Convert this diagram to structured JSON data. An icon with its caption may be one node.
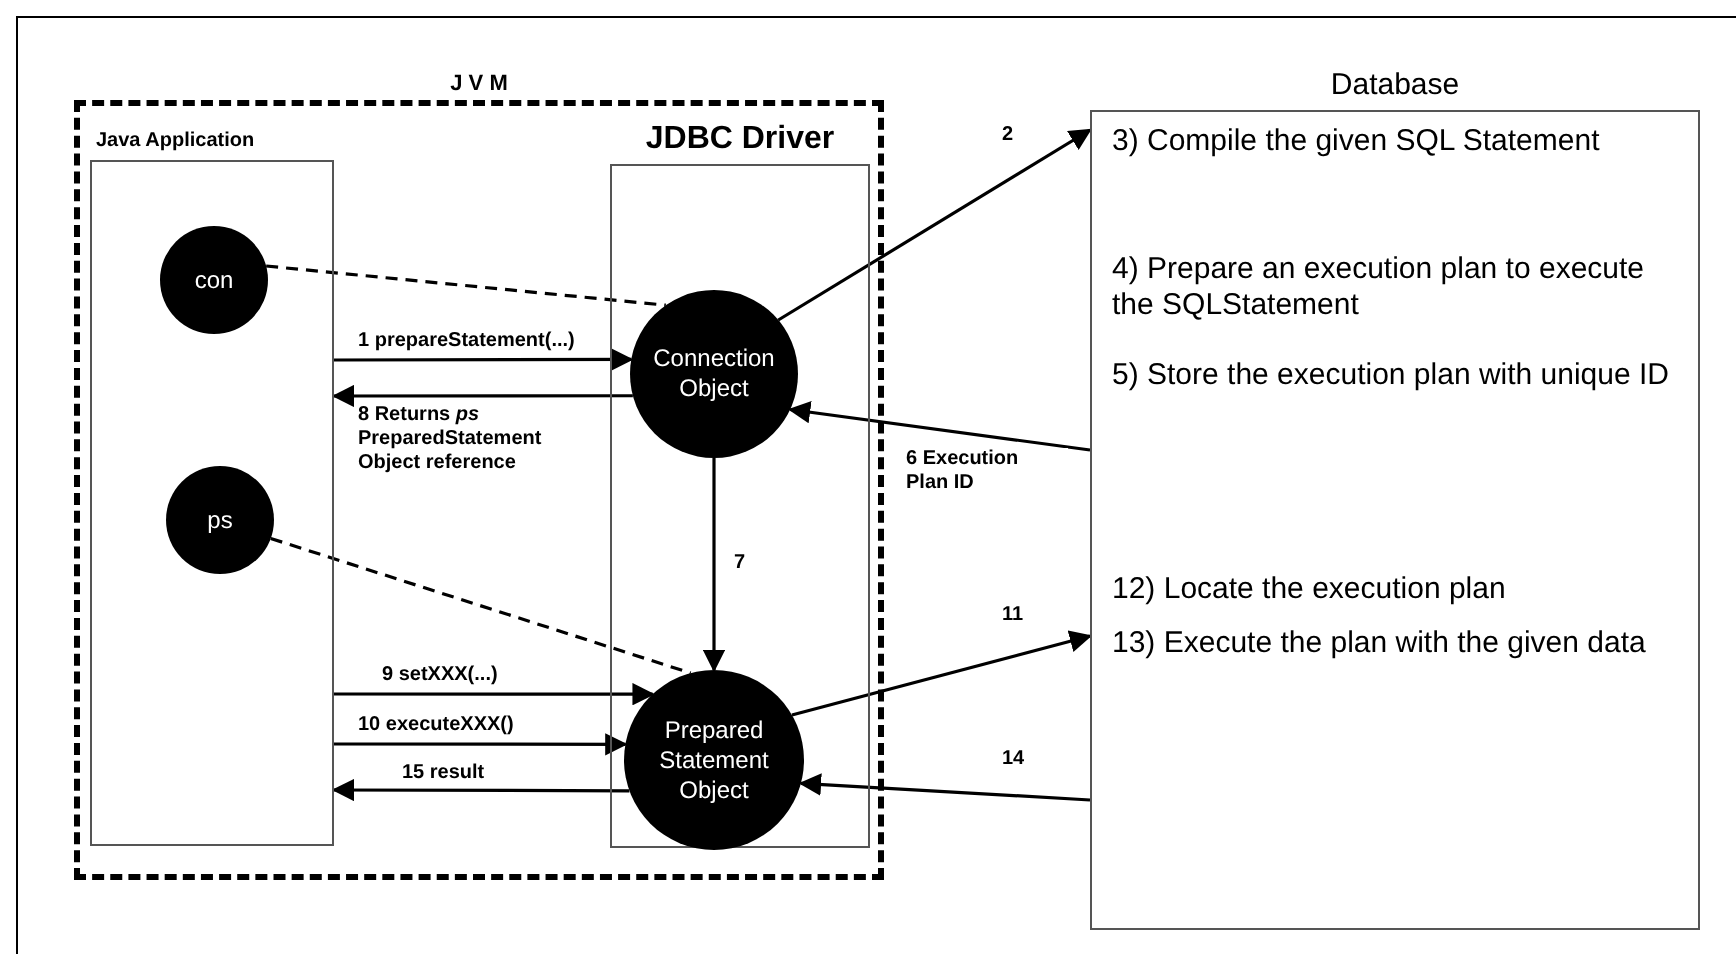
{
  "diagram": {
    "nodes": [
      {
        "text": [
          "J V M"
        ]
      },
      {
        "text": [
          "Java Application"
        ],
        "in": 0
      },
      {
        "text": [
          "con"
        ],
        "in": 1
      },
      {
        "text": [
          "ps"
        ],
        "in": 1
      },
      {
        "text": [
          "JDBC Driver"
        ],
        "in": 0
      },
      {
        "text": [
          "Connection Object"
        ],
        "in": 4
      },
      {
        "text": [
          "Prepared Statement Object"
        ],
        "in": 4
      },
      {
        "text": [
          "Database",
          "3) Compile the given SQL Statement",
          "4) Prepare an execution plan to execute the SQLStatement",
          "5) Store the execution plan with unique ID",
          "12) Locate the execution plan",
          "13) Execute the plan with the given data"
        ]
      }
    ],
    "edges": [
      {
        "from": 2,
        "to": 5,
        "arrow": "none",
        "style": "dashed"
      },
      {
        "from": 1,
        "to": 5,
        "arrow": "to",
        "label": "1 prepareStatement(...)"
      },
      {
        "from": 5,
        "to": 7,
        "arrow": "to",
        "label": "2"
      },
      {
        "from": 7,
        "to": 5,
        "arrow": "to",
        "label": "6 Execution Plan ID"
      },
      {
        "from": 5,
        "to": 1,
        "arrow": "to",
        "label": "8 Returns *ps* PreparedStatement Object reference"
      },
      {
        "from": 5,
        "to": 6,
        "arrow": "to",
        "label": "7"
      },
      {
        "from": 3,
        "to": 6,
        "arrow": "none",
        "style": "dashed"
      },
      {
        "from": 1,
        "to": 6,
        "arrow": "to",
        "label": "9 setXXX(...)"
      },
      {
        "from": 1,
        "to": 6,
        "arrow": "to",
        "label": "10 executeXXX()"
      },
      {
        "from": 6,
        "to": 7,
        "arrow": "to",
        "label": "11"
      },
      {
        "from": 7,
        "to": 6,
        "arrow": "to",
        "label": "14"
      },
      {
        "from": 6,
        "to": 1,
        "arrow": "to",
        "label": "15 result"
      }
    ]
  }
}
